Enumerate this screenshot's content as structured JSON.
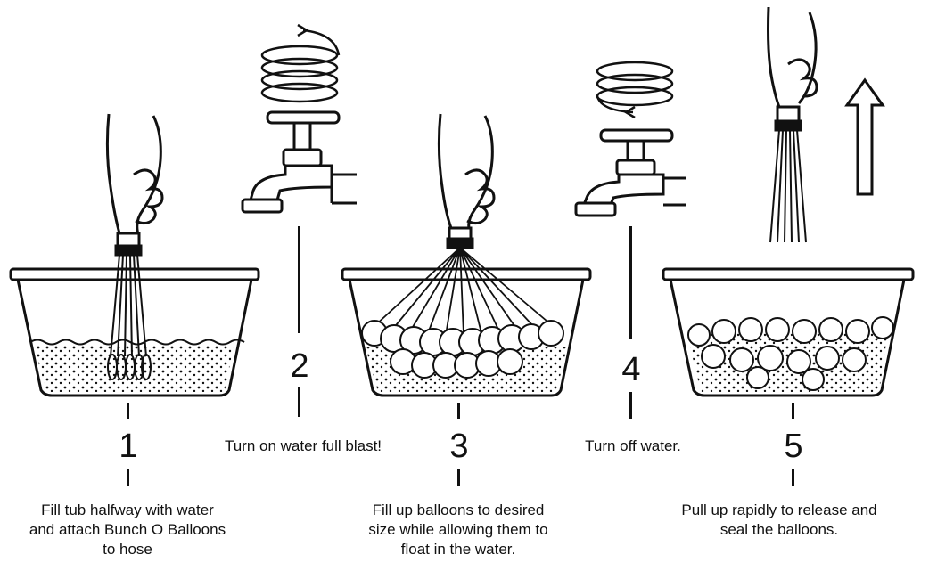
{
  "steps": [
    {
      "number": "1",
      "caption": "Fill tub halfway with water\nand attach Bunch O Balloons\nto hose"
    },
    {
      "number": "2",
      "caption": "Turn on water full blast!"
    },
    {
      "number": "3",
      "caption": "Fill up balloons to desired\nsize while allowing them to\nfloat in the water."
    },
    {
      "number": "4",
      "caption": "Turn off water."
    },
    {
      "number": "5",
      "caption": "Pull up rapidly to release and\nseal the balloons."
    }
  ],
  "colors": {
    "ink": "#111111",
    "background": "#ffffff"
  },
  "icons": [
    "hand-hose-icon",
    "faucet-icon",
    "spiral-arrow-icon",
    "tub-icon",
    "balloon-icon",
    "up-arrow-icon"
  ]
}
